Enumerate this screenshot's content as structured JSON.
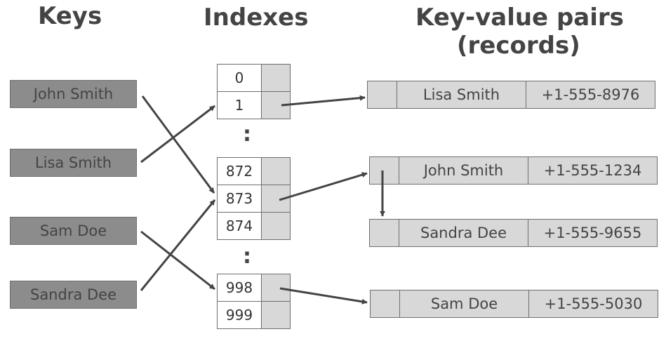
{
  "headings": {
    "keys": "Keys",
    "indexes": "Indexes",
    "records_line1": "Key-value pairs",
    "records_line2": "(records)"
  },
  "keys": [
    "John Smith",
    "Lisa Smith",
    "Sam Doe",
    "Sandra Dee"
  ],
  "indexes": [
    "0",
    "1",
    "872",
    "873",
    "874",
    "998",
    "999"
  ],
  "ellipsis": ":",
  "records": [
    {
      "name": "Lisa Smith",
      "phone": "+1-555-8976"
    },
    {
      "name": "John Smith",
      "phone": "+1-555-1234"
    },
    {
      "name": "Sandra Dee",
      "phone": "+1-555-9655"
    },
    {
      "name": "Sam Doe",
      "phone": "+1-555-5030"
    }
  ],
  "colors": {
    "key_fill": "#8c8c8c",
    "cell_fill": "#d8d8d8",
    "arrow": "#444444",
    "text": "#444444"
  }
}
